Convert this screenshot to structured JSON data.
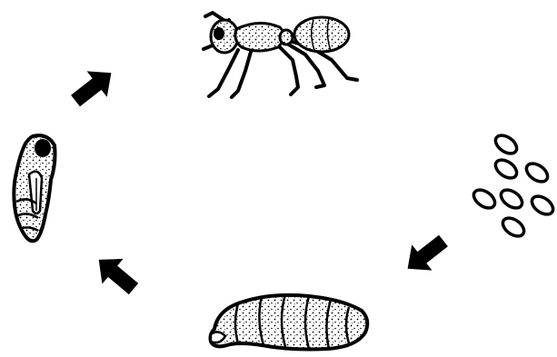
{
  "diagram": {
    "stages": [
      {
        "name": "adult",
        "icon": "ant-icon"
      },
      {
        "name": "eggs",
        "icon": "egg-cluster-icon"
      },
      {
        "name": "larva",
        "icon": "larva-icon"
      },
      {
        "name": "pupa",
        "icon": "pupa-icon"
      }
    ],
    "arrows": 3,
    "colors": {
      "ink": "#000000",
      "background": "#ffffff"
    }
  }
}
